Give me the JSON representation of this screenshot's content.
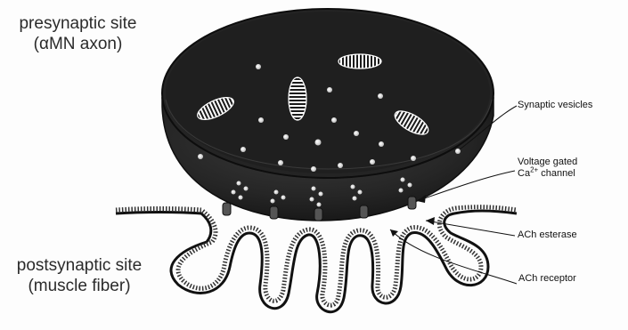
{
  "labels": {
    "presynaptic_line1": "presynaptic site",
    "presynaptic_line2": "(αMN axon)",
    "postsynaptic_line1": "postsynaptic site",
    "postsynaptic_line2": "(muscle fiber)",
    "synaptic_vesicles": "Synaptic vesicles",
    "ca_channel_line1": "Voltage gated",
    "ca_channel_prefix": "Ca",
    "ca_channel_superscript": "2+",
    "ca_channel_suffix": " channel",
    "ach_esterase": "ACh esterase",
    "ach_receptor": "ACh receptor"
  },
  "colors": {
    "terminal_top": "#1c1c1c",
    "terminal_side": "#3a3a3a",
    "membrane": "#111111",
    "background": "#fdfdfd"
  }
}
